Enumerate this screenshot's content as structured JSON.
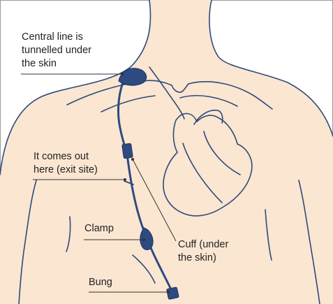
{
  "colors": {
    "skin": "#fbe6d2",
    "outline": "#2f4a78",
    "device": "#2d4b80",
    "pointer": "#333333",
    "frame": "#9a9a9a",
    "text": "#222222"
  },
  "labels": {
    "central_line": [
      "Central line is",
      "tunnelled under",
      "the skin"
    ],
    "exit_site": [
      "It comes out",
      "here (exit site)"
    ],
    "clamp": [
      "Clamp"
    ],
    "cuff": [
      "Cuff (under",
      "the skin)"
    ],
    "bung": [
      "Bung"
    ]
  }
}
